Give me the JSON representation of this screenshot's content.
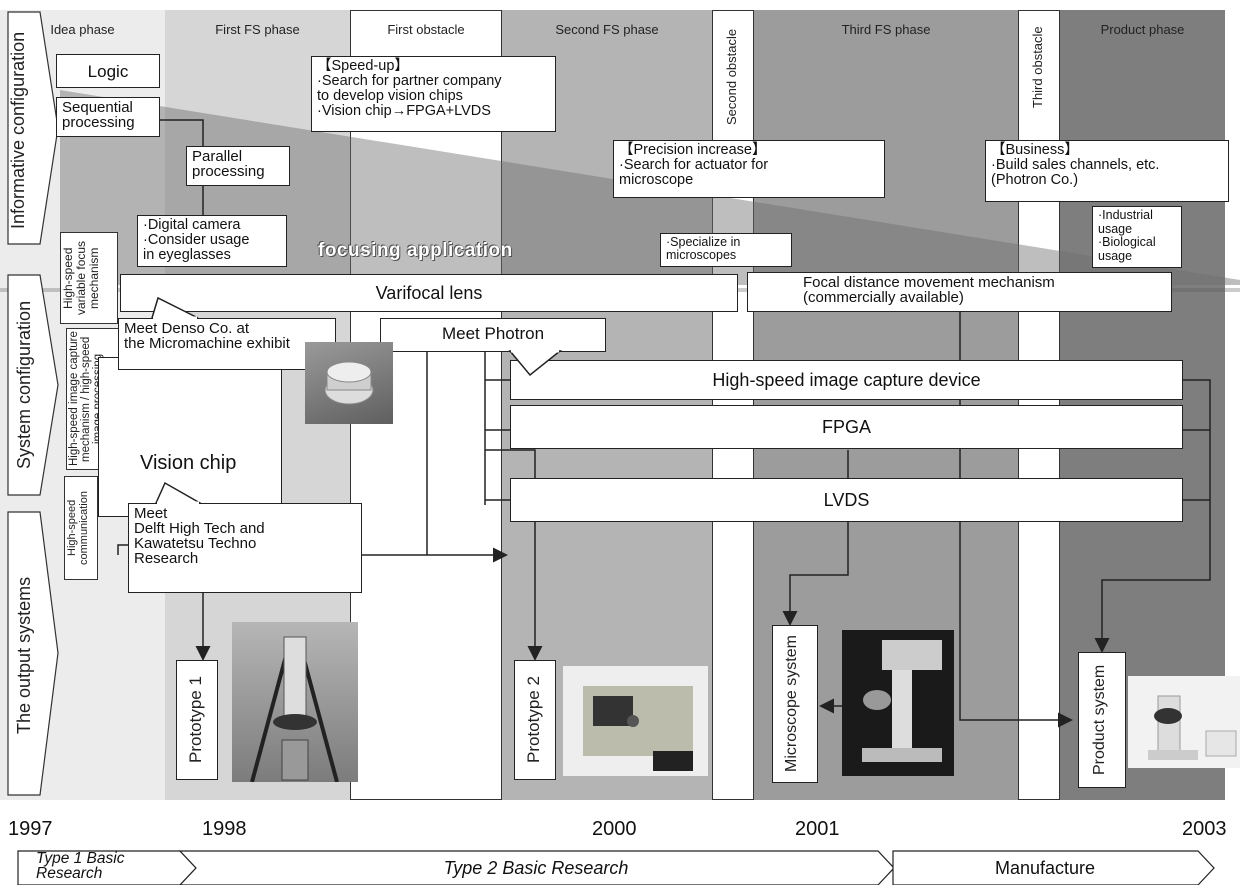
{
  "phases": [
    {
      "label": "Idea phase"
    },
    {
      "label": "First FS phase"
    },
    {
      "label": "First obstacle"
    },
    {
      "label": "Second FS phase"
    },
    {
      "label": "Second obstacle"
    },
    {
      "label": "Third FS phase"
    },
    {
      "label": "Third obstacle"
    },
    {
      "label": "Product phase"
    }
  ],
  "row_labels": {
    "informative": "Informative configuration",
    "system": "System configuration",
    "output": "The output systems"
  },
  "sub_labels": {
    "focus": "High-speed variable focus mechanism",
    "capture": "High-speed image capture mechanism / high-speed image processing arithmetic circuit",
    "comm": "High-speed communication"
  },
  "boxes": {
    "logic": "Logic",
    "sequential": "Sequential\nprocessing",
    "parallel": "Parallel\nprocessing",
    "digital_camera": "·Digital camera\n·Consider usage\n in eyeglasses",
    "speed_up": "【Speed-up】\n·Search for partner company\n to develop vision chips\n·Vision chip→FPGA+LVDS",
    "precision": "【Precision increase】\n·Search for actuator for\n microscope",
    "specialize": "·Specialize in\n microscopes",
    "business": "【Business】\n·Build sales channels, etc.\n(Photron Co.)",
    "industrial": "·Industrial\n usage\n·Biological\n usage",
    "meet_denso": "Meet Denso Co. at\nthe Micromachine exhibit",
    "meet_photron": "Meet Photron",
    "meet_delft": "Meet\nDelft High Tech and\nKawatetsu Techno\nResearch"
  },
  "focusing_application": "focusing application",
  "bars": {
    "varifocal": "Varifocal lens",
    "focal_distance": "Focal distance movement mechanism\n(commercially available)",
    "capture_device": "High-speed image capture device",
    "fpga": "FPGA",
    "lvds": "LVDS",
    "vision_chip": "Vision chip"
  },
  "outputs": {
    "prototype1": "Prototype 1",
    "prototype2": "Prototype 2",
    "microscope": "Microscope system",
    "product": "Product system"
  },
  "years": [
    "1997",
    "1998",
    "2000",
    "2001",
    "2003"
  ],
  "timeline": {
    "type1": "Type 1 Basic\nResearch",
    "type2": "Type 2 Basic Research",
    "manufacture": "Manufacture"
  },
  "colors": {
    "idea": "#ececec",
    "first_fs": "#d6d6d6",
    "second_fs": "#b4b4b4",
    "third_fs": "#9c9c9c",
    "product": "#7e7e7e",
    "wedge": "#8a8a8a"
  }
}
